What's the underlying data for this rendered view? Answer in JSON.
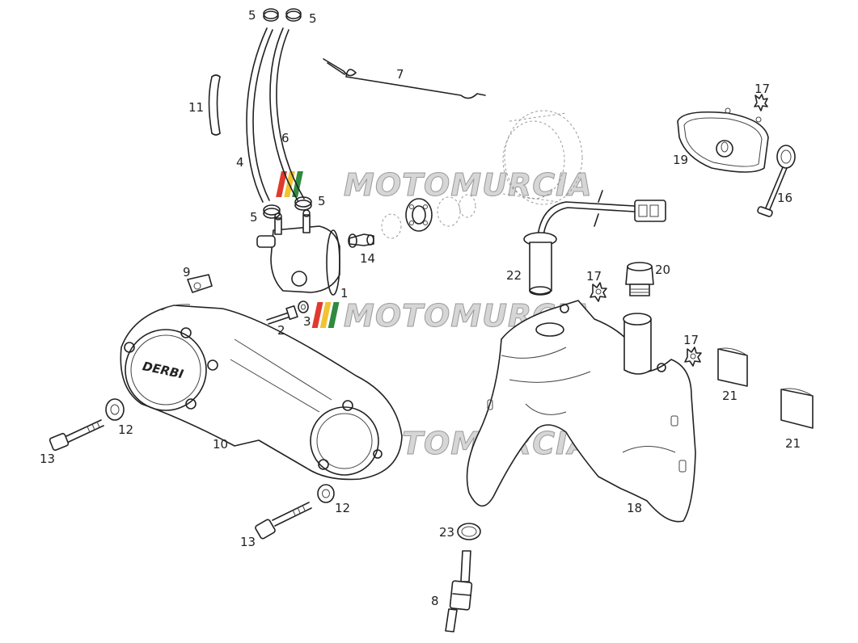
{
  "diagram": {
    "brand_logo_text": "DERBI",
    "watermark_text": "MOTOMURCIA",
    "watermark_colors": [
      "#e03a2f",
      "#f2c230",
      "#2e8b3e",
      "#bfbfbf"
    ],
    "callouts": {
      "n1": "1",
      "n2": "2",
      "n3": "3",
      "n4": "4",
      "n5a": "5",
      "n5b": "5",
      "n5c": "5",
      "n5d": "5",
      "n6": "6",
      "n7": "7",
      "n8": "8",
      "n9": "9",
      "n10": "10",
      "n11": "11",
      "n12a": "12",
      "n12b": "12",
      "n13a": "13",
      "n13b": "13",
      "n14": "14",
      "n16": "16",
      "n17a": "17",
      "n17b": "17",
      "n17c": "17",
      "n18": "18",
      "n19": "19",
      "n20": "20",
      "n21a": "21",
      "n21b": "21",
      "n22": "22",
      "n23": "23"
    }
  }
}
